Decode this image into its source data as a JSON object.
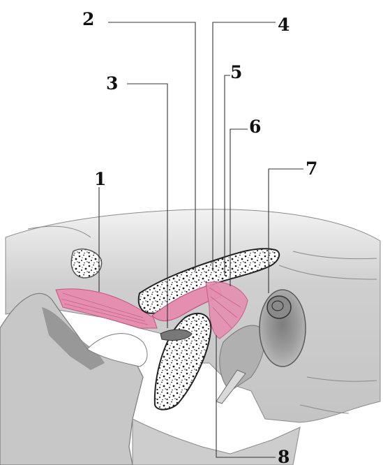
{
  "labels": [
    {
      "id": "1",
      "text": "1"
    },
    {
      "id": "2",
      "text": "2"
    },
    {
      "id": "3",
      "text": "3"
    },
    {
      "id": "4",
      "text": "4"
    },
    {
      "id": "5",
      "text": "5"
    },
    {
      "id": "6",
      "text": "6"
    },
    {
      "id": "7",
      "text": "7"
    },
    {
      "id": "8",
      "text": "8"
    }
  ],
  "colors": {
    "bone": "#c9c9c9",
    "bone_dark": "#a9a9a9",
    "muscle": "#e58fb0",
    "muscle_dark": "#c3547f",
    "cortex": "#ffffff",
    "trabecular": "#1a1a1a",
    "shadow": "#8f8f8f"
  }
}
